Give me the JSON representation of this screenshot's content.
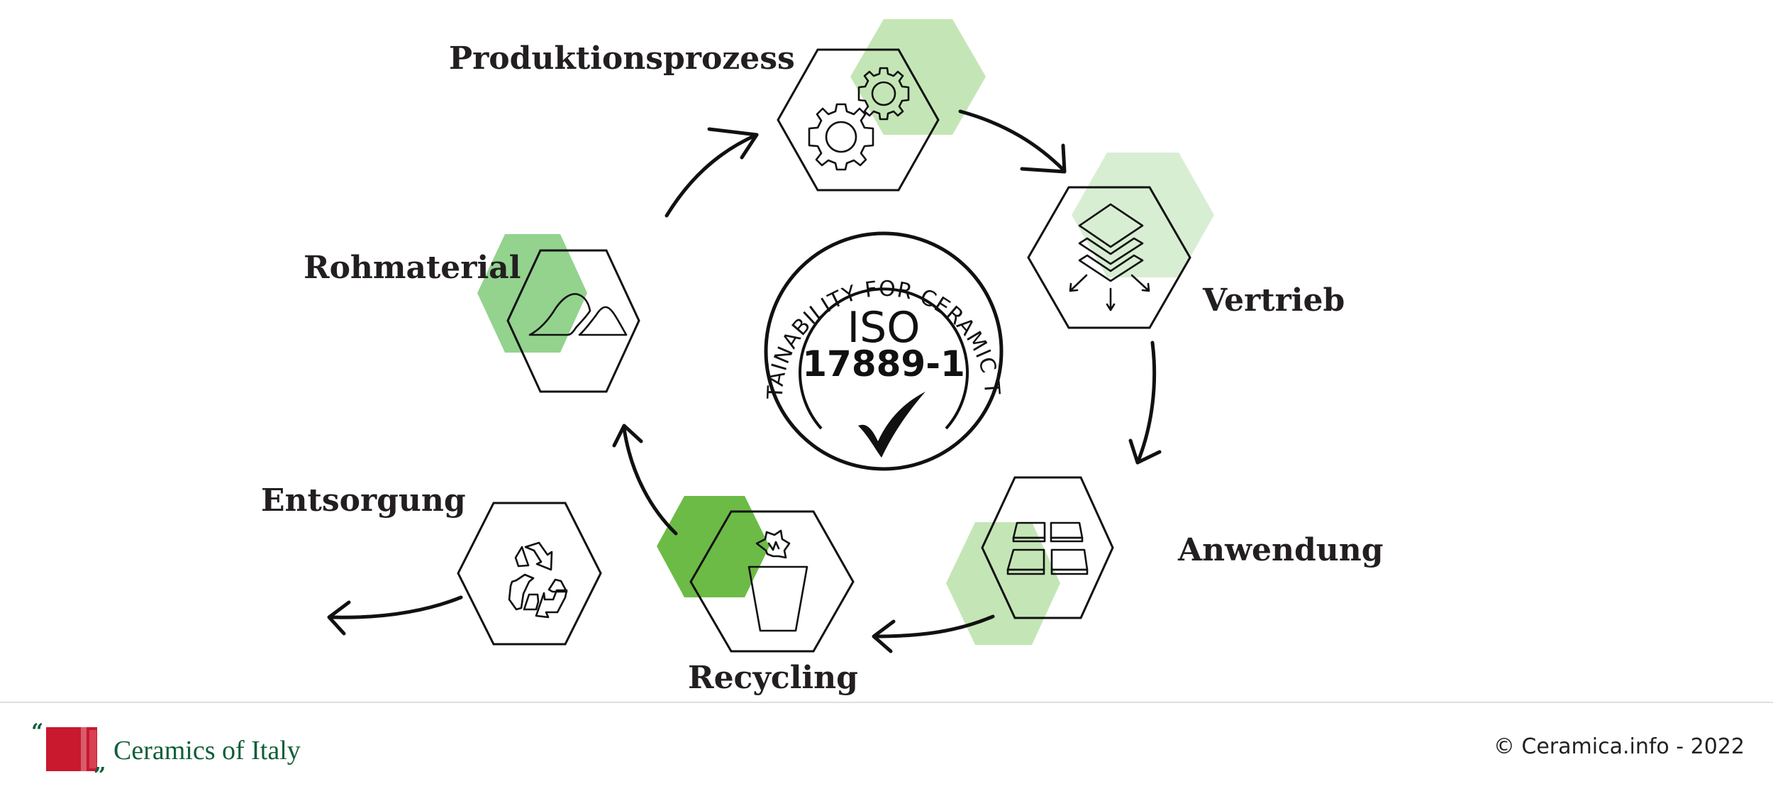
{
  "diagram": {
    "seal": {
      "ring_text": "SUSTAINABILITY FOR CERAMIC TILES",
      "iso": "ISO",
      "number": "17889-1"
    },
    "stages": [
      {
        "id": "rohmaterial",
        "label": "Rohmaterial",
        "icon": "mountains-icon",
        "green": "#93d38e"
      },
      {
        "id": "produktionsprozess",
        "label": "Produktionsprozess",
        "icon": "gears-icon",
        "green": "#c4e6b6"
      },
      {
        "id": "vertrieb",
        "label": "Vertrieb",
        "icon": "stacked-tiles-icon",
        "green": "#d8eed3"
      },
      {
        "id": "anwendung",
        "label": "Anwendung",
        "icon": "tile-grid-icon",
        "green": "#c4e6b6"
      },
      {
        "id": "recycling",
        "label": "Recycling",
        "icon": "waste-bin-icon",
        "green": "#6cbb46"
      },
      {
        "id": "entsorgung",
        "label": "Entsorgung",
        "icon": "recycle-icon",
        "green": null
      }
    ],
    "outline_color": "#111111",
    "text_color": "#231f20"
  },
  "footer": {
    "brand": "Ceramics of Italy",
    "brand_color": "#0f5e3a",
    "brand_mark_color": "#c8192f",
    "copyright": "© Ceramica.info - 2022"
  }
}
